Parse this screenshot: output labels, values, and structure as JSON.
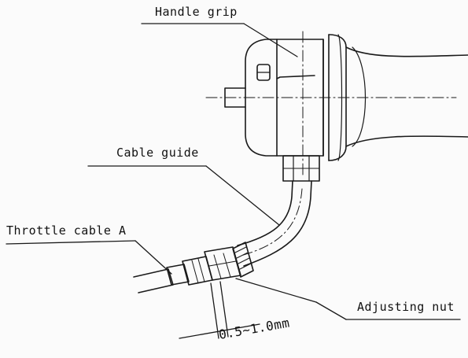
{
  "labels": {
    "handle_grip": "Handle grip",
    "cable_guide": "Cable guide",
    "throttle_cable": "Throttle cable A",
    "adjusting_nut": "Adjusting nut",
    "clearance": "0.5~1.0mm"
  }
}
